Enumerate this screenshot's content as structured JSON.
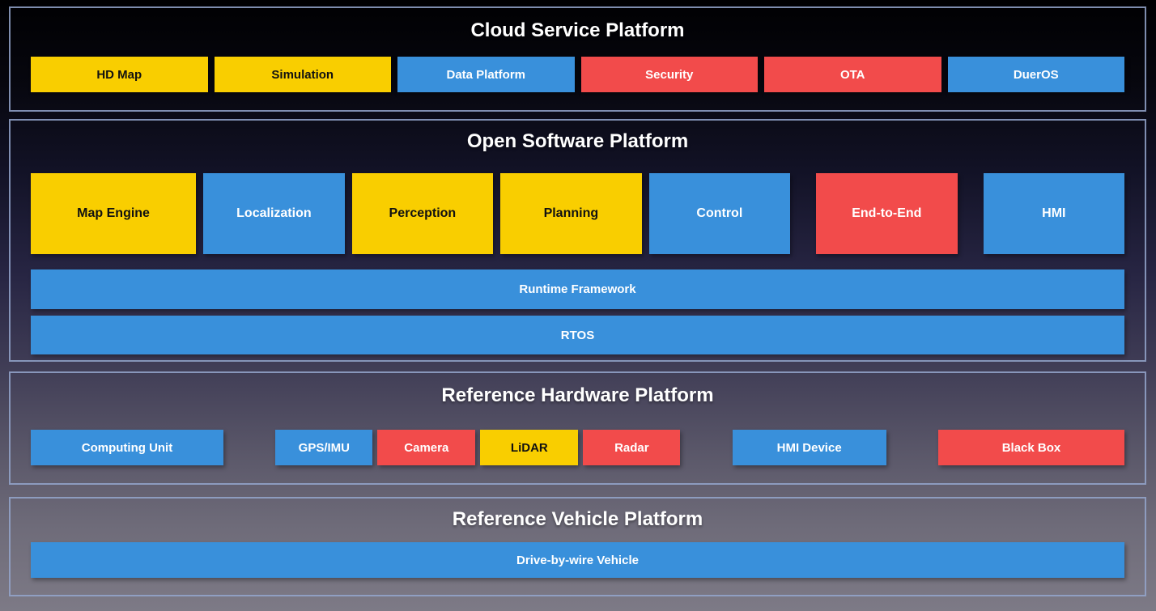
{
  "colors": {
    "yellow": "#F9CE00",
    "blue": "#3990DB",
    "red": "#F24B4B",
    "label_dark": "#111111",
    "label_light": "#FFFFFF",
    "section_border": "#94A6CC",
    "background_top": "#000002",
    "background_bottom": "#7D7A86",
    "title_text": "#FFFFFF"
  },
  "sections": [
    {
      "title": "Cloud Service Platform",
      "boxes": [
        {
          "label": "HD Map",
          "color": "yellow"
        },
        {
          "label": "Simulation",
          "color": "yellow"
        },
        {
          "label": "Data Platform",
          "color": "blue"
        },
        {
          "label": "Security",
          "color": "red"
        },
        {
          "label": "OTA",
          "color": "red"
        },
        {
          "label": "DuerOS",
          "color": "blue"
        }
      ]
    },
    {
      "title": "Open Software Platform",
      "boxes": [
        {
          "label": "Map Engine",
          "color": "yellow"
        },
        {
          "label": "Localization",
          "color": "blue"
        },
        {
          "label": "Perception",
          "color": "yellow"
        },
        {
          "label": "Planning",
          "color": "yellow"
        },
        {
          "label": "Control",
          "color": "blue"
        },
        {
          "label": "End-to-End",
          "color": "red"
        },
        {
          "label": "HMI",
          "color": "blue"
        }
      ],
      "bars": [
        {
          "label": "Runtime Framework",
          "color": "blue"
        },
        {
          "label": "RTOS",
          "color": "blue"
        }
      ]
    },
    {
      "title": "Reference Hardware Platform",
      "boxes": [
        {
          "label": "Computing Unit",
          "color": "blue"
        },
        {
          "label": "GPS/IMU",
          "color": "blue"
        },
        {
          "label": "Camera",
          "color": "red"
        },
        {
          "label": "LiDAR",
          "color": "yellow"
        },
        {
          "label": "Radar",
          "color": "red"
        },
        {
          "label": "HMI Device",
          "color": "blue"
        },
        {
          "label": "Black Box",
          "color": "red"
        }
      ]
    },
    {
      "title": "Reference Vehicle Platform",
      "bars": [
        {
          "label": "Drive-by-wire Vehicle",
          "color": "blue"
        }
      ]
    }
  ]
}
